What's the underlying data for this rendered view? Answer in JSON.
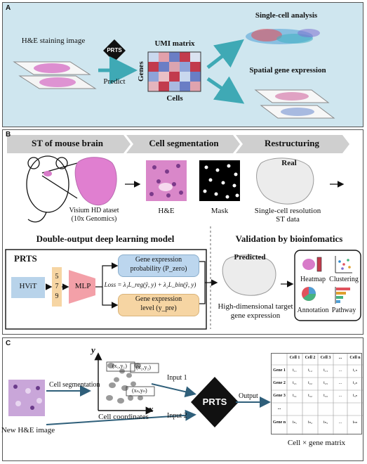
{
  "panel_a": {
    "label": "A",
    "he_label": "H&E staining image",
    "prts": "PRTS",
    "predict": "Predict",
    "umi": "UMI matrix",
    "genes": "Genes",
    "cells": "Cells",
    "single_cell": "Single-cell analysis",
    "spatial": "Spatial gene expression"
  },
  "panel_b": {
    "label": "B",
    "stage1": "ST of  mouse brain",
    "stage2": "Cell segmentation",
    "stage3": "Restructuring",
    "visium_line1": "Visium HD   ataset",
    "visium_line2": "(10x Genomics)",
    "he": "H&E",
    "mask": "Mask",
    "real": "Real",
    "st_line1": "Single-cell resolution",
    "st_line2": "ST data",
    "dl_title": "Double-output deep learning model",
    "val_title": "Validation by bioinfomatics",
    "prts": "PRTS",
    "hvit": "HViT",
    "nums": [
      "5",
      "7",
      "9"
    ],
    "mlp": "MLP",
    "prob_line1": "Gene expression",
    "prob_line2": "probability (P_zero)",
    "loss": "Loss = λ₁L_reg(ŷ, y) + λ₂L_bin(ŷ, y)",
    "level_line1": "Gene expression",
    "level_line2": "level (y_pre)",
    "predicted": "Predicted",
    "hd_line1": "High-dimensional target",
    "hd_line2": "gene expression",
    "heatmap": "Heatmap",
    "clustering": "Clustering",
    "annotation": "Annotation",
    "pathway": "Pathway"
  },
  "panel_c": {
    "label": "C",
    "cell_seg": "Cell segmentation",
    "y_axis": "y",
    "x_axis": "x",
    "coord1": "(x₁,y₁)",
    "coord2": "(x₂,y₂)",
    "coordn": "(xₙ,yₙ)",
    "cell_coords": "Cell coordinates",
    "input1": "Input 1",
    "input2": "Input 2",
    "prts": "PRTS",
    "output": "Output",
    "new_he": "New H&E image",
    "matrix_label": "Cell × gene matrix",
    "matrix": {
      "header": [
        "Cell 1",
        "Cell 2",
        "Cell 3",
        "...",
        "Cell n"
      ],
      "rows": [
        {
          "gene": "Gene 1",
          "cells": [
            "t₁₁",
            "t₁₂",
            "t₁₃",
            "...",
            "t₁ₙ"
          ]
        },
        {
          "gene": "Gene 2",
          "cells": [
            "t₂₁",
            "t₂₂",
            "t₂₃",
            "...",
            "t₂ₙ"
          ]
        },
        {
          "gene": "Gene 3",
          "cells": [
            "t₃₁",
            "t₃₂",
            "t₃₃",
            "...",
            "t₃ₙ"
          ]
        },
        {
          "gene": "...",
          "cells": [
            "",
            "",
            "",
            "",
            ""
          ]
        },
        {
          "gene": "Gene n",
          "cells": [
            "tₙ₁",
            "tₙ₂",
            "tₙ₃",
            "...",
            "tₙₙ"
          ]
        }
      ]
    }
  },
  "colors": {
    "panel_a_bg": "#cfe6ef",
    "panel_c_bg": "#e6efc6",
    "teal_arrow": "#3fa9b5",
    "he_pink": "#d87bc9",
    "prob_blue": "#bcd6ee",
    "level_orange": "#f6d5a3",
    "hvit_blue": "#b8d3ea",
    "mlp_pink": "#f3a0a8"
  }
}
